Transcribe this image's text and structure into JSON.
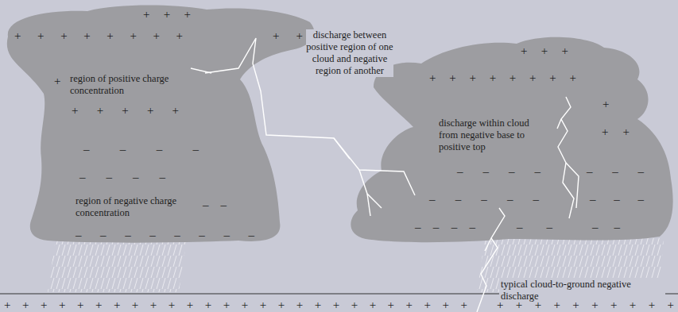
{
  "diagram": {
    "nodes": [
      {
        "text": [
          "+ + +",
          "+ + + + + + + +",
          "+ +",
          "+",
          "region of positive charge concentration",
          "+ + + + +",
          "– – – –",
          "– – – –",
          "region of negative charge concentration",
          "– –",
          "– – – – – – – –"
        ]
      },
      {
        "text": [
          "+ + +",
          "+ + + + + + + +",
          "+",
          "+ +",
          "discharge within cloud from negative base to positive top",
          "– – – –",
          "– – –",
          "– – – – –",
          "– – –",
          "– – – –",
          "– –",
          "– –"
        ]
      }
    ],
    "edges": [
      {
        "from": 0,
        "to": 1,
        "arrow": "none",
        "label": "discharge between positive region of one cloud and negative region of another"
      }
    ],
    "labels": [
      "typical cloud-to-ground negative discharge",
      "+ + + + + + + + + + + + + + + + + + + + + + + + + +",
      "+ + + + + + + + + +"
    ]
  }
}
